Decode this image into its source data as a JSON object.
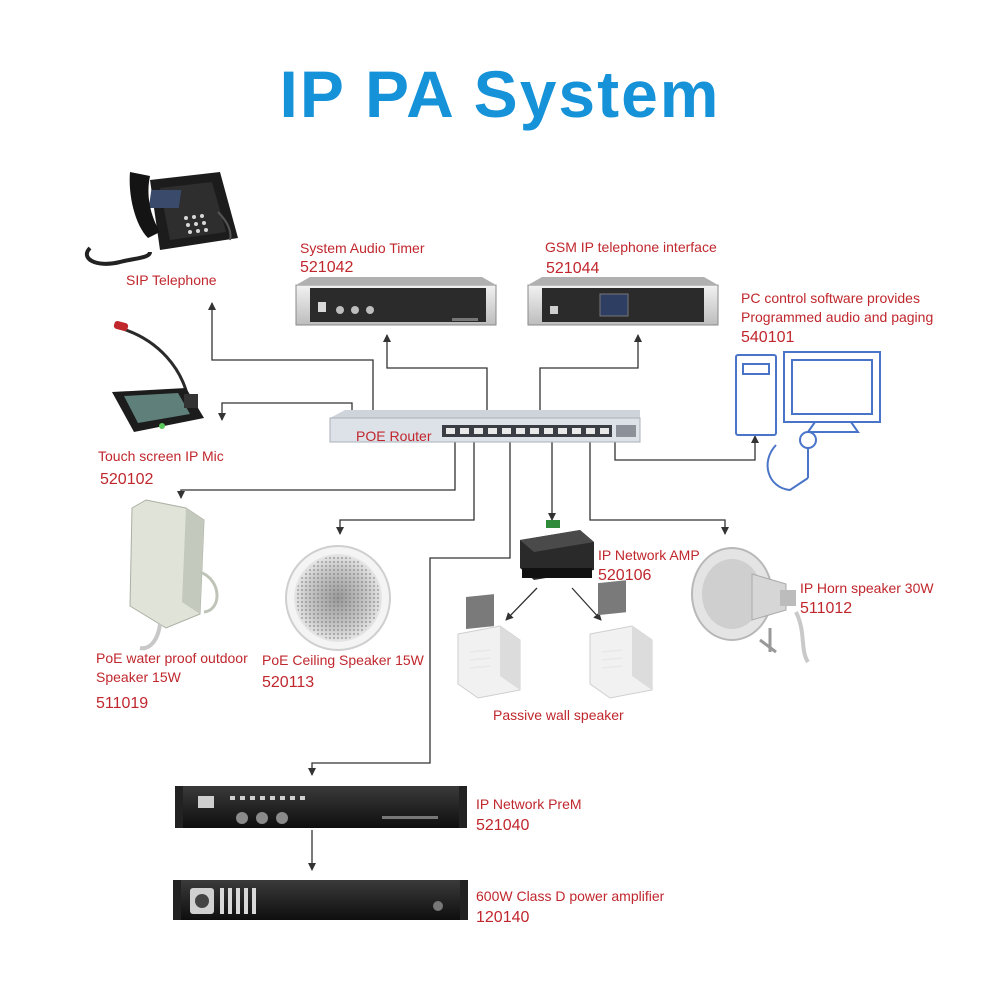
{
  "title": "IP PA System",
  "colors": {
    "title": "#1592d8",
    "label": "#c0272d",
    "line": "#333333",
    "pc_outline": "#4a74c8"
  },
  "router": {
    "label": "POE Router"
  },
  "devices": {
    "sip_phone": {
      "name": "SIP Telephone"
    },
    "audio_timer": {
      "name": "System Audio Timer",
      "code": "521042"
    },
    "gsm_interface": {
      "name": "GSM IP telephone interface",
      "code": "521044"
    },
    "pc_control": {
      "name_line1": "PC control software provides",
      "name_line2": "Programmed audio and paging",
      "code": "540101"
    },
    "ip_mic": {
      "name": "Touch screen IP Mic",
      "code": "520102"
    },
    "outdoor_speaker": {
      "name_line1": "PoE water proof outdoor",
      "name_line2": "Speaker 15W",
      "code": "511019"
    },
    "ceiling_speaker": {
      "name": "PoE Ceiling Speaker 15W",
      "code": "520113"
    },
    "network_amp": {
      "name": "IP Network AMP",
      "code": "520106"
    },
    "horn_speaker": {
      "name": "IP Horn speaker 30W",
      "code": "511012"
    },
    "wall_speaker": {
      "name": "Passive wall speaker"
    },
    "prem": {
      "name": "IP Network PreM",
      "code": "521040"
    },
    "power_amp": {
      "name": "600W Class D power amplifier",
      "code": "120140"
    }
  }
}
